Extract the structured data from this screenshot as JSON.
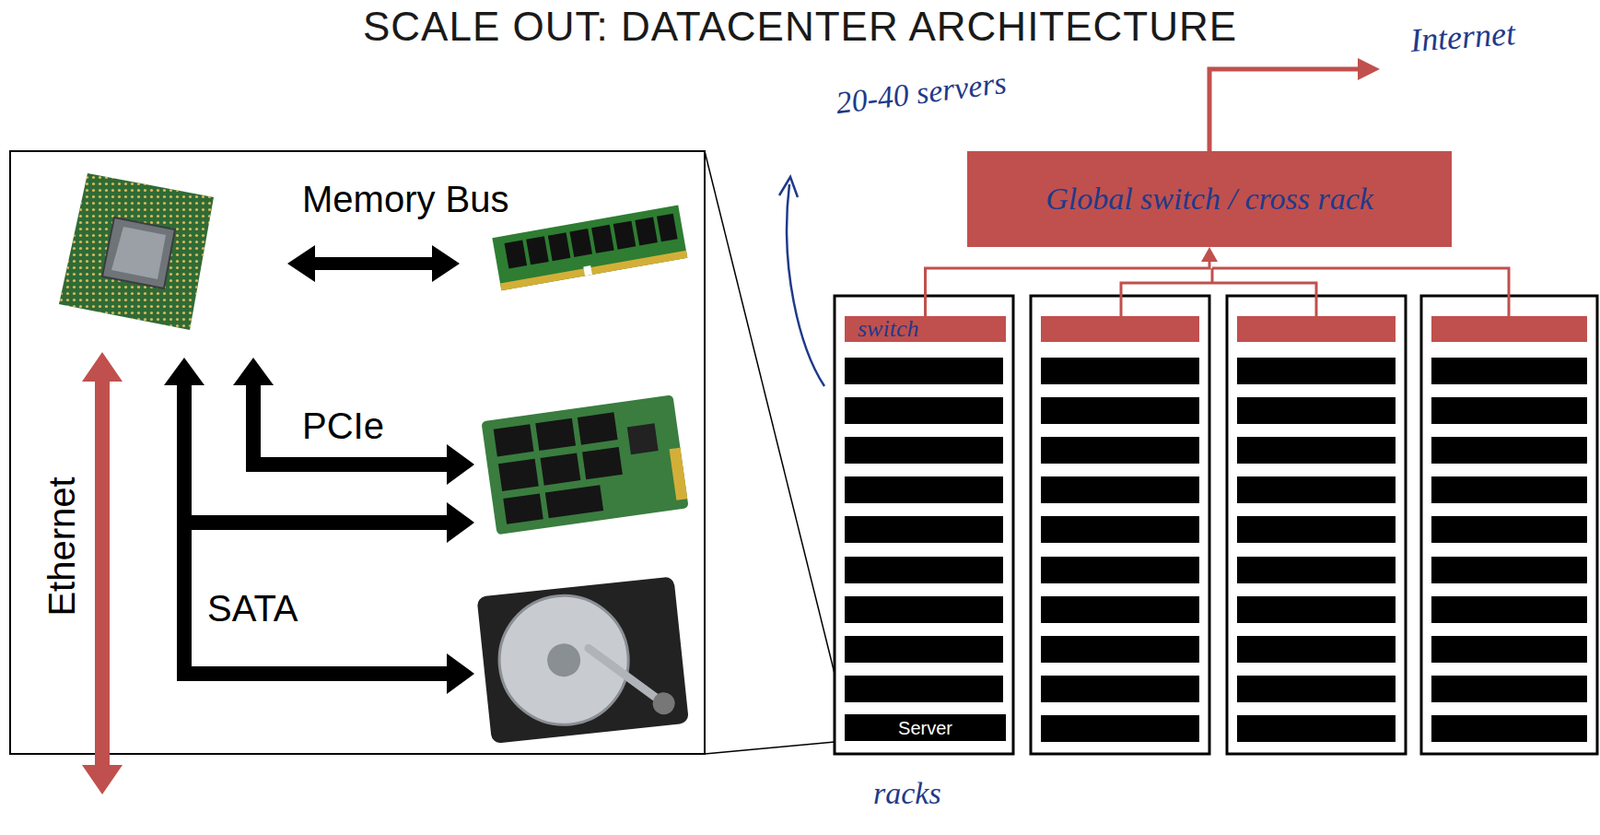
{
  "diagram": {
    "title": "SCALE OUT: DATACENTER ARCHITECTURE",
    "nodes": [
      {
        "text": [
          "Global switch / cross rack"
        ]
      },
      {
        "text": [
          "switch"
        ]
      },
      {
        "text": [
          "Server"
        ]
      }
    ],
    "edges": [
      {
        "from": 1,
        "to": 0,
        "arrow": "to"
      }
    ],
    "labels": [
      "Memory Bus",
      "PCIe",
      "SATA",
      "Ethernet",
      "20-40 servers",
      "Internet",
      "racks"
    ]
  }
}
